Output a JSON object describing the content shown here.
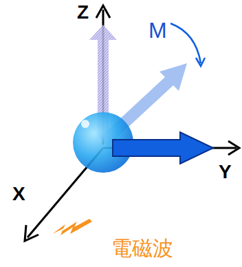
{
  "diagram": {
    "labels": [
      "Z",
      "M",
      "X",
      "Y",
      "電磁波"
    ]
  }
}
